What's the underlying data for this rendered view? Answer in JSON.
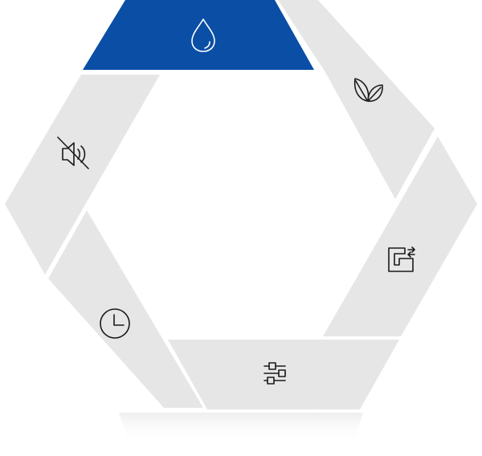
{
  "colors": {
    "active": "#0a4ea6",
    "inactive": "#e6e6e6",
    "icon_active": "#ffffff",
    "icon_inactive": "#1a1a1a",
    "shadow": "#f3f3f3"
  },
  "segments": [
    {
      "id": "water",
      "icon": "water-drop-icon",
      "active": true
    },
    {
      "id": "eco",
      "icon": "leaves-icon",
      "active": false
    },
    {
      "id": "outlet",
      "icon": "outlet-swap-icon",
      "active": false
    },
    {
      "id": "settings",
      "icon": "sliders-icon",
      "active": false
    },
    {
      "id": "timer",
      "icon": "clock-icon",
      "active": false
    },
    {
      "id": "mute",
      "icon": "speaker-muted-icon",
      "active": false
    }
  ]
}
